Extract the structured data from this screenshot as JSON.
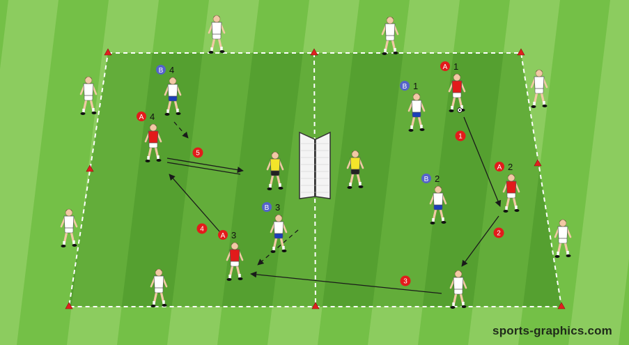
{
  "watermark": "sports-graphics.com",
  "colors": {
    "grass_light": "#8ccc5f",
    "grass_dark": "#74c047",
    "inner_light": "#63ad3a",
    "inner_dark": "#55a030",
    "team_a": "#e21b1b",
    "team_b": "#5563c9",
    "keeper": "#f3e52a",
    "outside": "#ffffff",
    "cone": "#e02020",
    "line": "#ffffff",
    "arrow": "#1a1a1a"
  },
  "players": [
    {
      "id": "top-1",
      "team": "outside"
    },
    {
      "id": "top-2",
      "team": "outside"
    },
    {
      "id": "left-1",
      "team": "outside"
    },
    {
      "id": "left-2",
      "team": "outside"
    },
    {
      "id": "right-1",
      "team": "outside"
    },
    {
      "id": "right-2",
      "team": "outside"
    },
    {
      "id": "bottom-1",
      "team": "outside"
    },
    {
      "id": "bottom-2",
      "team": "outside"
    },
    {
      "id": "a1",
      "team": "a",
      "tag": "A",
      "num": "1"
    },
    {
      "id": "a2",
      "team": "a",
      "tag": "A",
      "num": "2"
    },
    {
      "id": "a3",
      "team": "a",
      "tag": "A",
      "num": "3"
    },
    {
      "id": "a4",
      "team": "a",
      "tag": "A",
      "num": "4"
    },
    {
      "id": "b1",
      "team": "b",
      "tag": "B",
      "num": "1"
    },
    {
      "id": "b2",
      "team": "b",
      "tag": "B",
      "num": "2"
    },
    {
      "id": "b3",
      "team": "b",
      "tag": "B",
      "num": "3"
    },
    {
      "id": "b4",
      "team": "b",
      "tag": "B",
      "num": "4"
    },
    {
      "id": "gk-left",
      "team": "keeper"
    },
    {
      "id": "gk-right",
      "team": "keeper"
    }
  ],
  "steps": [
    {
      "label": "1"
    },
    {
      "label": "2"
    },
    {
      "label": "3"
    },
    {
      "label": "4"
    },
    {
      "label": "5"
    }
  ],
  "icons": {
    "goal": "double-sided-mini-goal-icon",
    "cone": "cone-icon",
    "ball": "soccer-ball-icon"
  }
}
